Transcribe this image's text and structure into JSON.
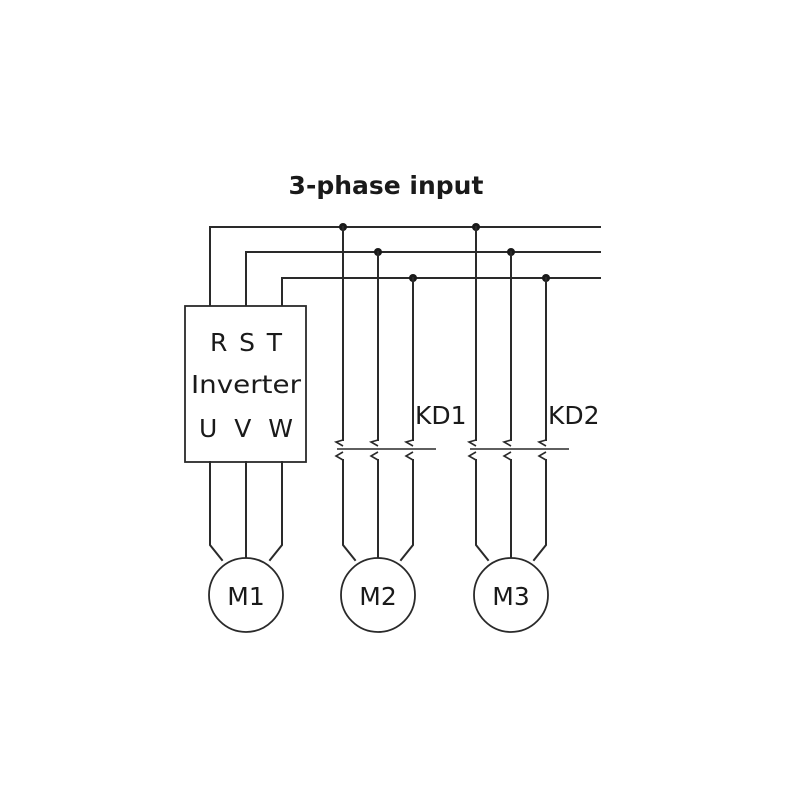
{
  "diagram": {
    "title": "3-phase input",
    "inverter": {
      "input_terminals": "R S T",
      "name": "Inverter",
      "output_terminals": "U V W"
    },
    "contactors": [
      "KD1",
      "KD2"
    ],
    "motors": [
      "M1",
      "M2",
      "M3"
    ]
  }
}
